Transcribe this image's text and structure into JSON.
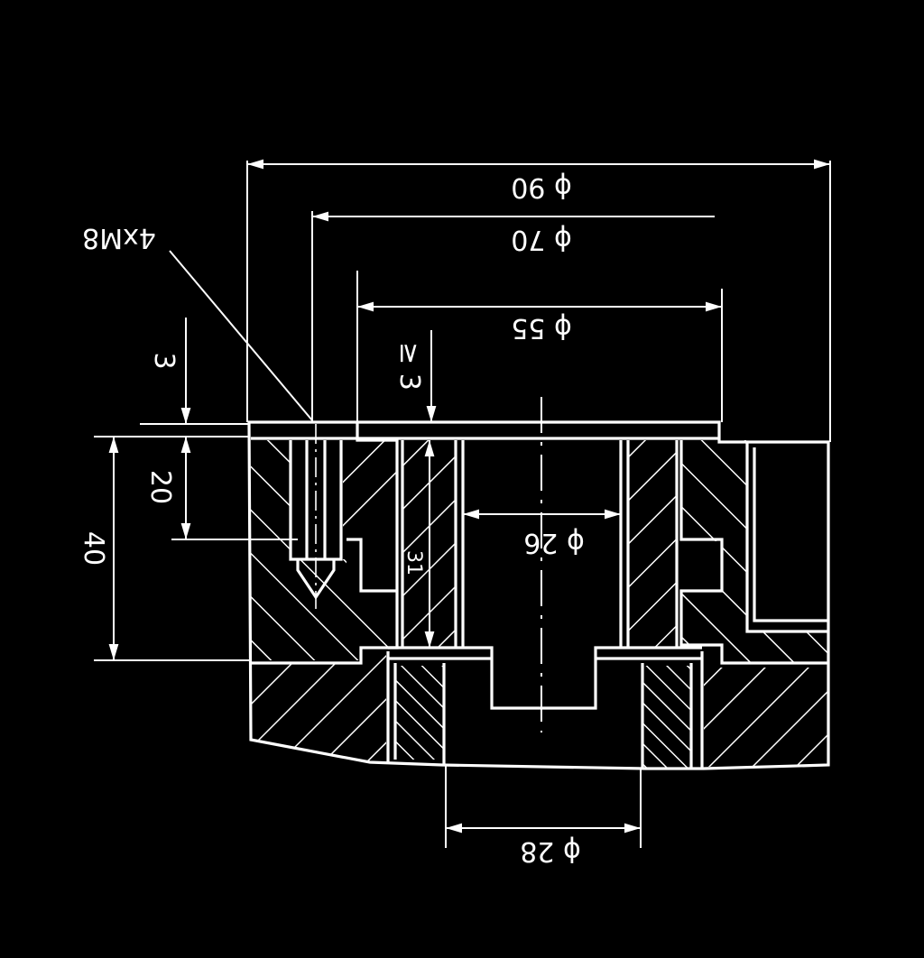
{
  "colors": {
    "background": "#000000",
    "line": "#ffffff"
  },
  "labels": {
    "d90": "ϕ 90",
    "d70": "ϕ 70",
    "d55": "ϕ 55",
    "d26": "ϕ 26",
    "d28": "ϕ 28",
    "h40": "40",
    "h20": "20",
    "h3": "3",
    "h3_tol": "≥ 3",
    "h31": "31",
    "thread": "4xM8"
  }
}
